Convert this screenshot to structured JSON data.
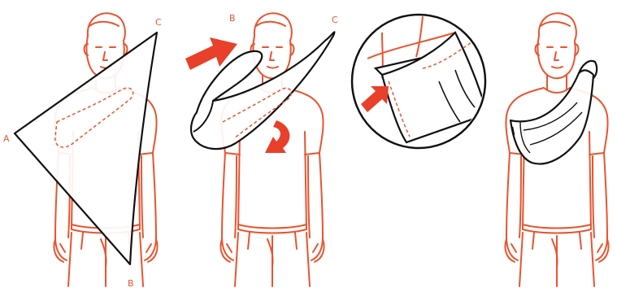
{
  "colors": {
    "figure_line": "#e8542f",
    "cloth_line": "#111111",
    "arrow_fill": "#e8402a",
    "background": "#ffffff",
    "label": "#e8542f"
  },
  "steps": [
    {
      "id": "step-1",
      "labels": {
        "a": "A",
        "b": "B",
        "c": "C"
      }
    },
    {
      "id": "step-2",
      "labels": {
        "b": "B",
        "c": "C"
      }
    },
    {
      "id": "step-3",
      "labels": {}
    },
    {
      "id": "step-4",
      "labels": {}
    }
  ],
  "icons": [
    "arrow-right-icon",
    "curved-arrow-icon",
    "magnify-circle-icon",
    "arrow-up-right-icon"
  ]
}
